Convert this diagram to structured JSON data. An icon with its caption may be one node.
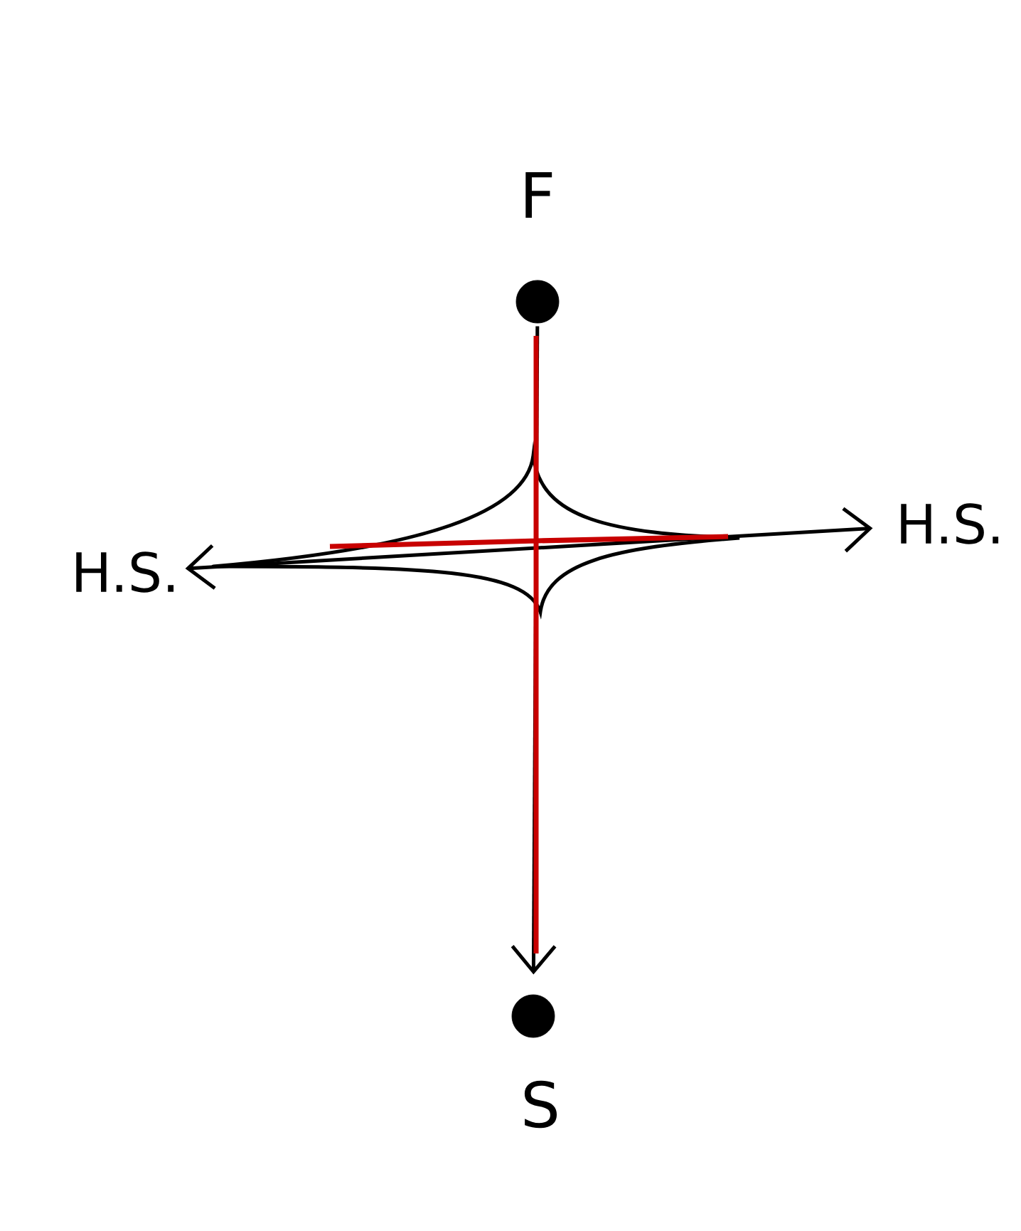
{
  "diagram": {
    "nodes": [
      {
        "text": [],
        "shape": "circle",
        "beside": [
          "F"
        ]
      },
      {
        "text": [
          "H.S."
        ]
      },
      {
        "text": [
          "H.S."
        ]
      },
      {
        "text": [],
        "shape": "circle",
        "beside": [
          "S"
        ]
      }
    ],
    "edges": [
      {
        "from": 0,
        "to": 3,
        "arrow": "to"
      },
      {
        "from": 1,
        "to": 2,
        "arrow": "both"
      }
    ]
  }
}
